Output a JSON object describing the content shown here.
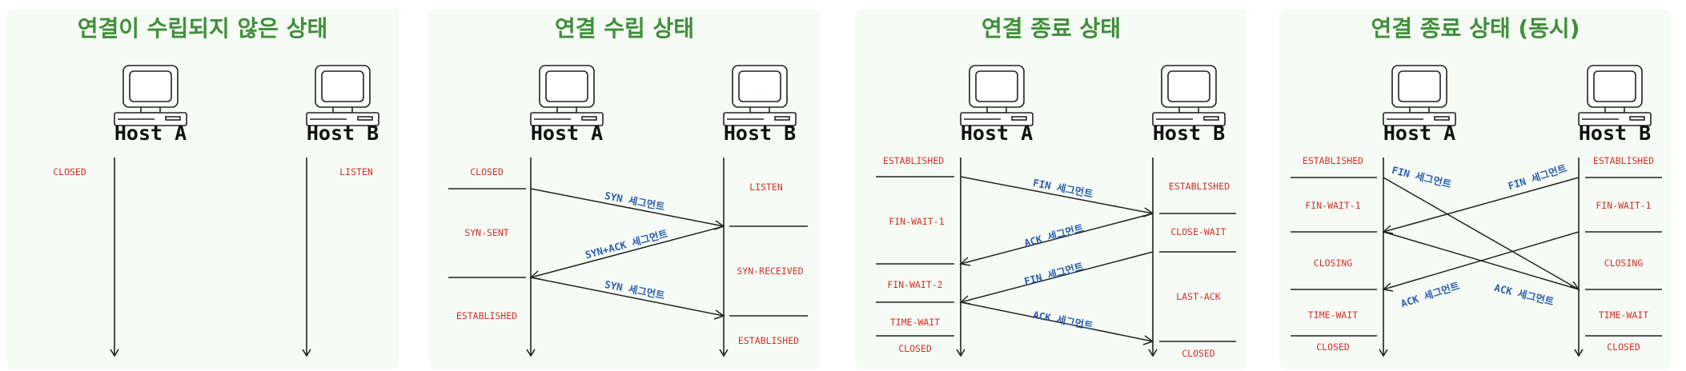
{
  "panels": [
    {
      "title": "연결이 수립되지 않은 상태",
      "host_a": "Host A",
      "host_b": "Host B",
      "states_a": [
        "CLOSED"
      ],
      "states_b": [
        "LISTEN"
      ],
      "messages": []
    },
    {
      "title": "연결 수립 상태",
      "host_a": "Host A",
      "host_b": "Host B",
      "states_a": [
        "CLOSED",
        "SYN-SENT",
        "ESTABLISHED"
      ],
      "states_b": [
        "LISTEN",
        "SYN-RECEIVED",
        "ESTABLISHED"
      ],
      "messages": [
        "SYN 세그먼트",
        "SYN+ACK 세그먼트",
        "SYN 세그먼트"
      ]
    },
    {
      "title": "연결 종료 상태",
      "host_a": "Host A",
      "host_b": "Host B",
      "states_a": [
        "ESTABLISHED",
        "FIN-WAIT-1",
        "FIN-WAIT-2",
        "TIME-WAIT",
        "CLOSED"
      ],
      "states_b": [
        "ESTABLISHED",
        "CLOSE-WAIT",
        "LAST-ACK",
        "CLOSED"
      ],
      "messages": [
        "FIN 세그먼트",
        "ACK 세그먼트",
        "FIN 세그먼트",
        "ACK 세그먼트"
      ]
    },
    {
      "title": "연결 종료 상태 (동시)",
      "host_a": "Host A",
      "host_b": "Host B",
      "states_a": [
        "ESTABLISHED",
        "FIN-WAIT-1",
        "CLOSING",
        "TIME-WAIT",
        "CLOSED"
      ],
      "states_b": [
        "ESTABLISHED",
        "FIN-WAIT-1",
        "CLOSING",
        "TIME-WAIT",
        "CLOSED"
      ],
      "messages": [
        "FIN 세그먼트",
        "FIN 세그먼트",
        "ACK 세그먼트",
        "ACK 세그먼트"
      ]
    }
  ],
  "colors": {
    "title": "#3f8f3a",
    "state": "#d0322a",
    "message": "#2c5fb0",
    "panel_bg": "#f6fbf5"
  }
}
